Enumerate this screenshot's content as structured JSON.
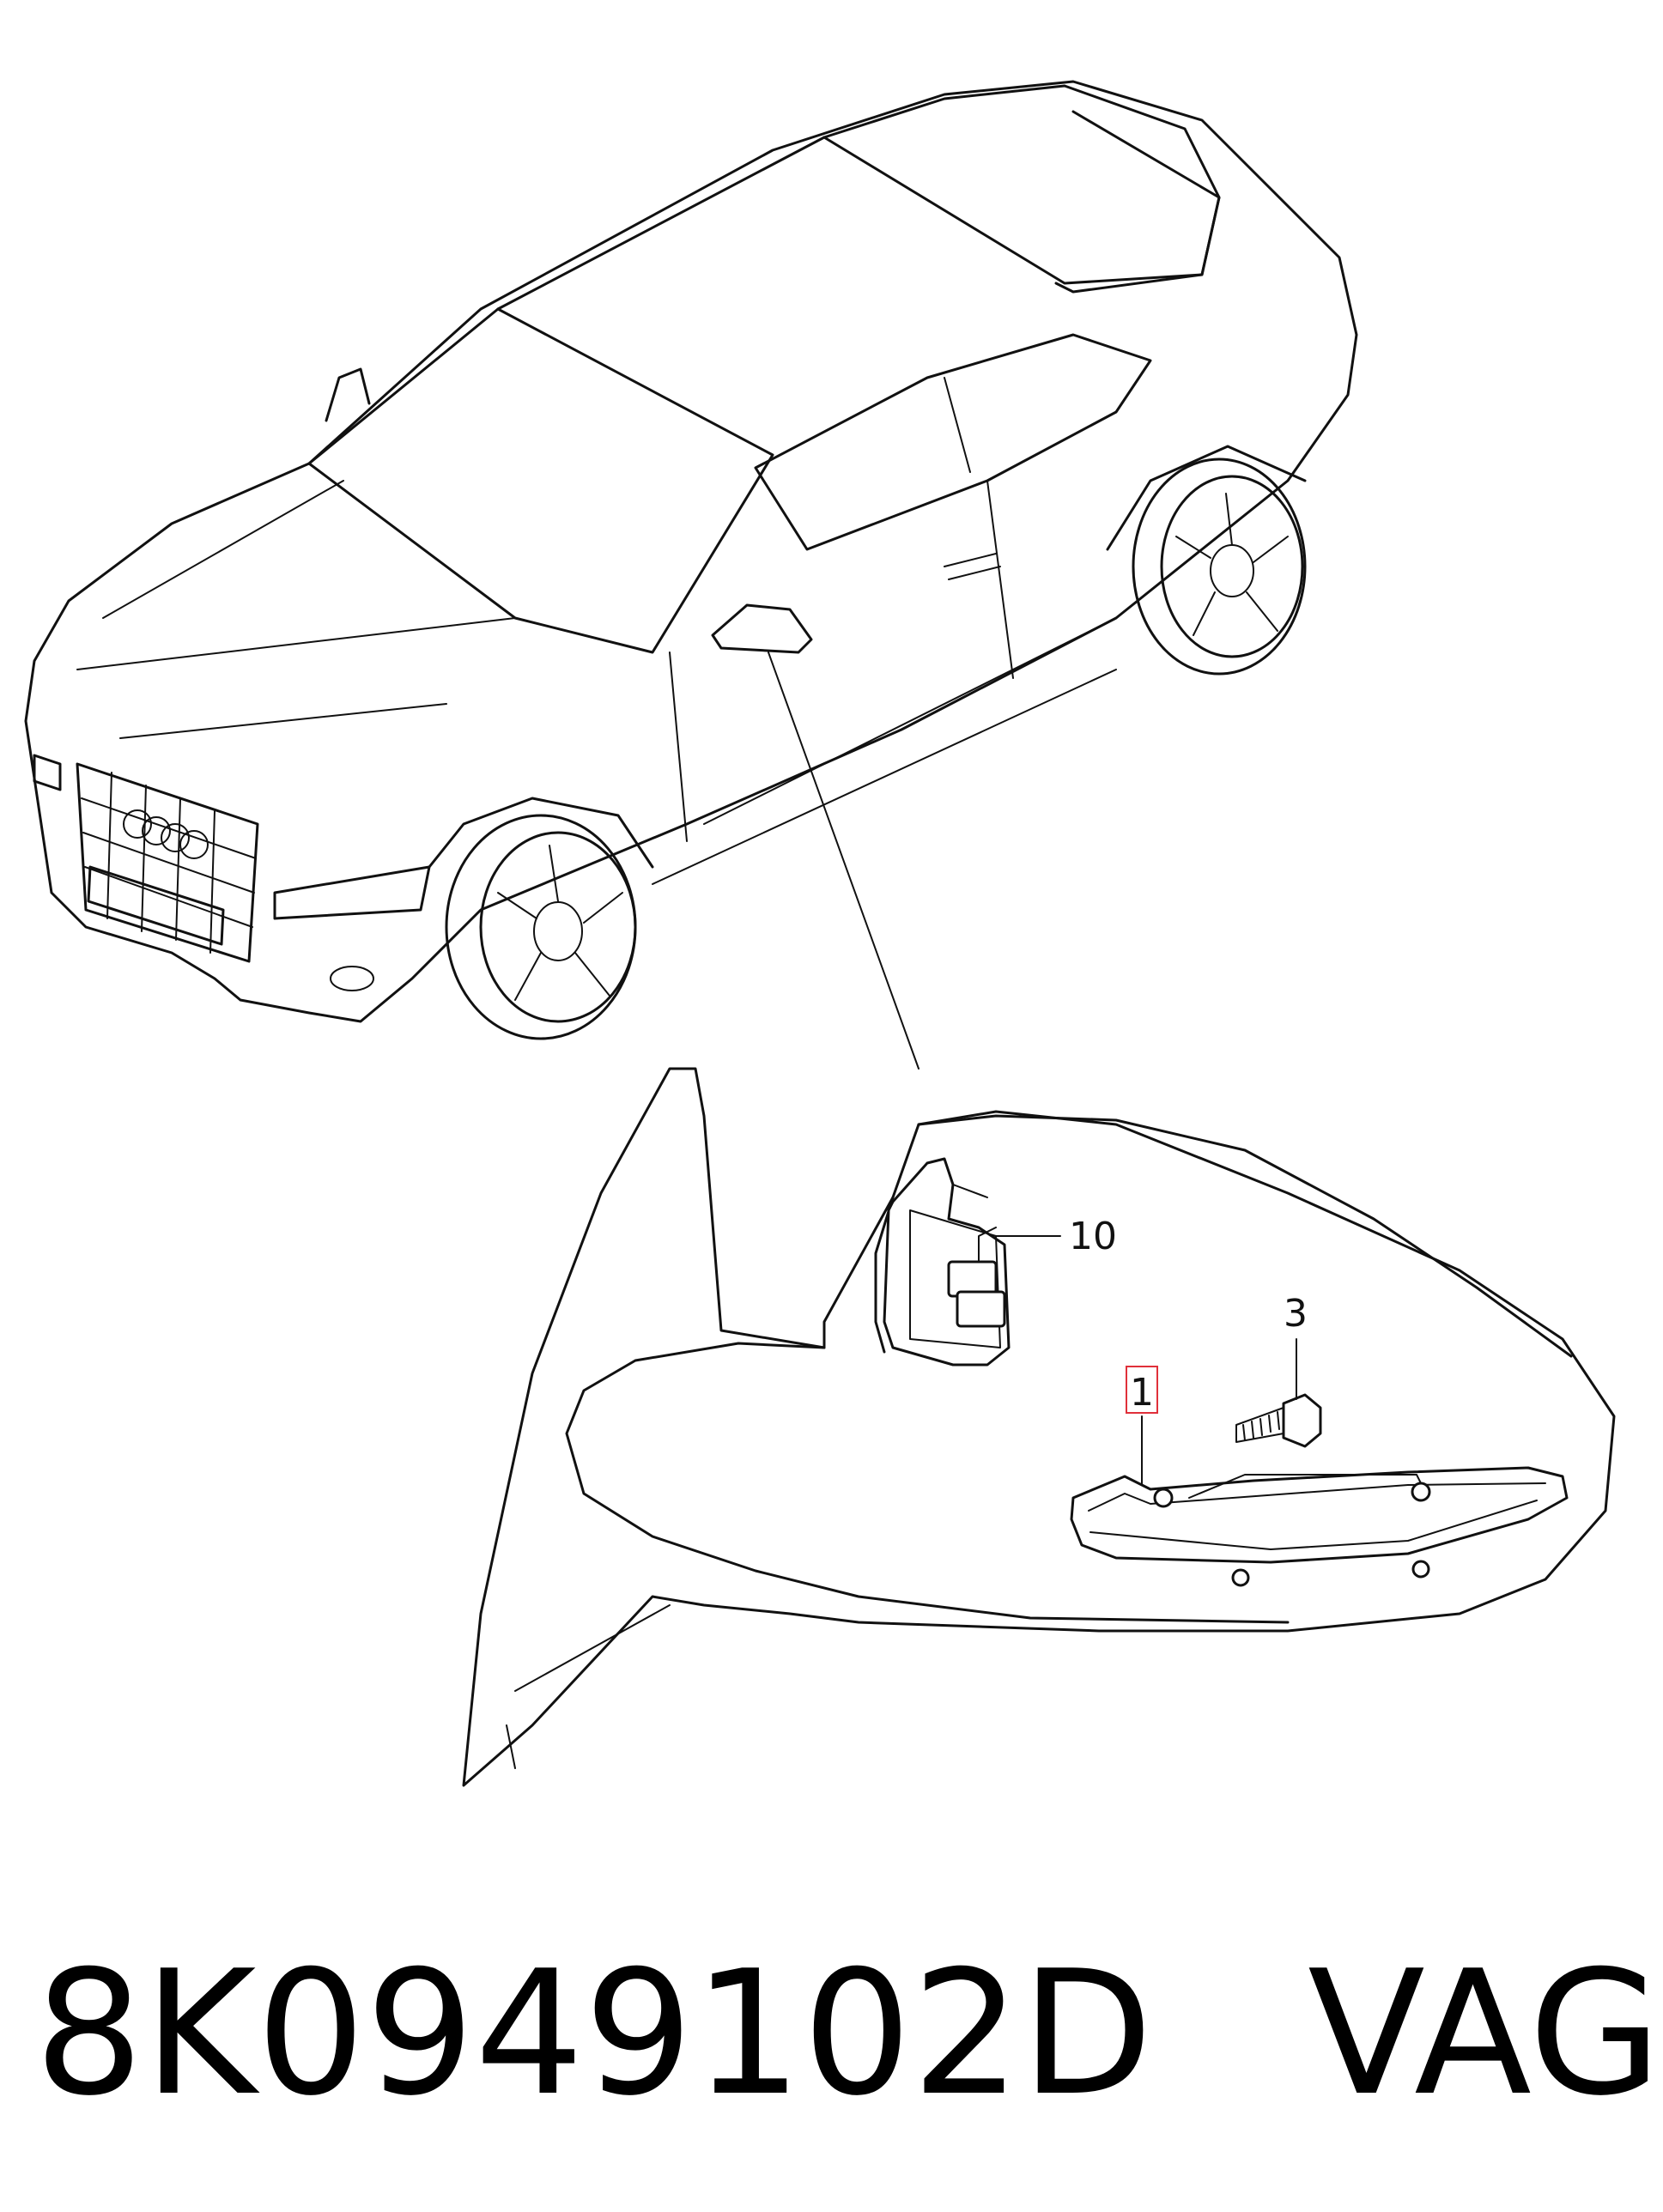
{
  "callouts": [
    {
      "id": "10",
      "label": "10"
    },
    {
      "id": "3",
      "label": "3"
    },
    {
      "id": "1",
      "label": "1",
      "highlighted": true
    }
  ],
  "footer": {
    "part_number": "8K0949102D",
    "brand": "VAG"
  },
  "colors": {
    "line": "#111111",
    "highlight": "#e0303a",
    "background": "#ffffff"
  }
}
